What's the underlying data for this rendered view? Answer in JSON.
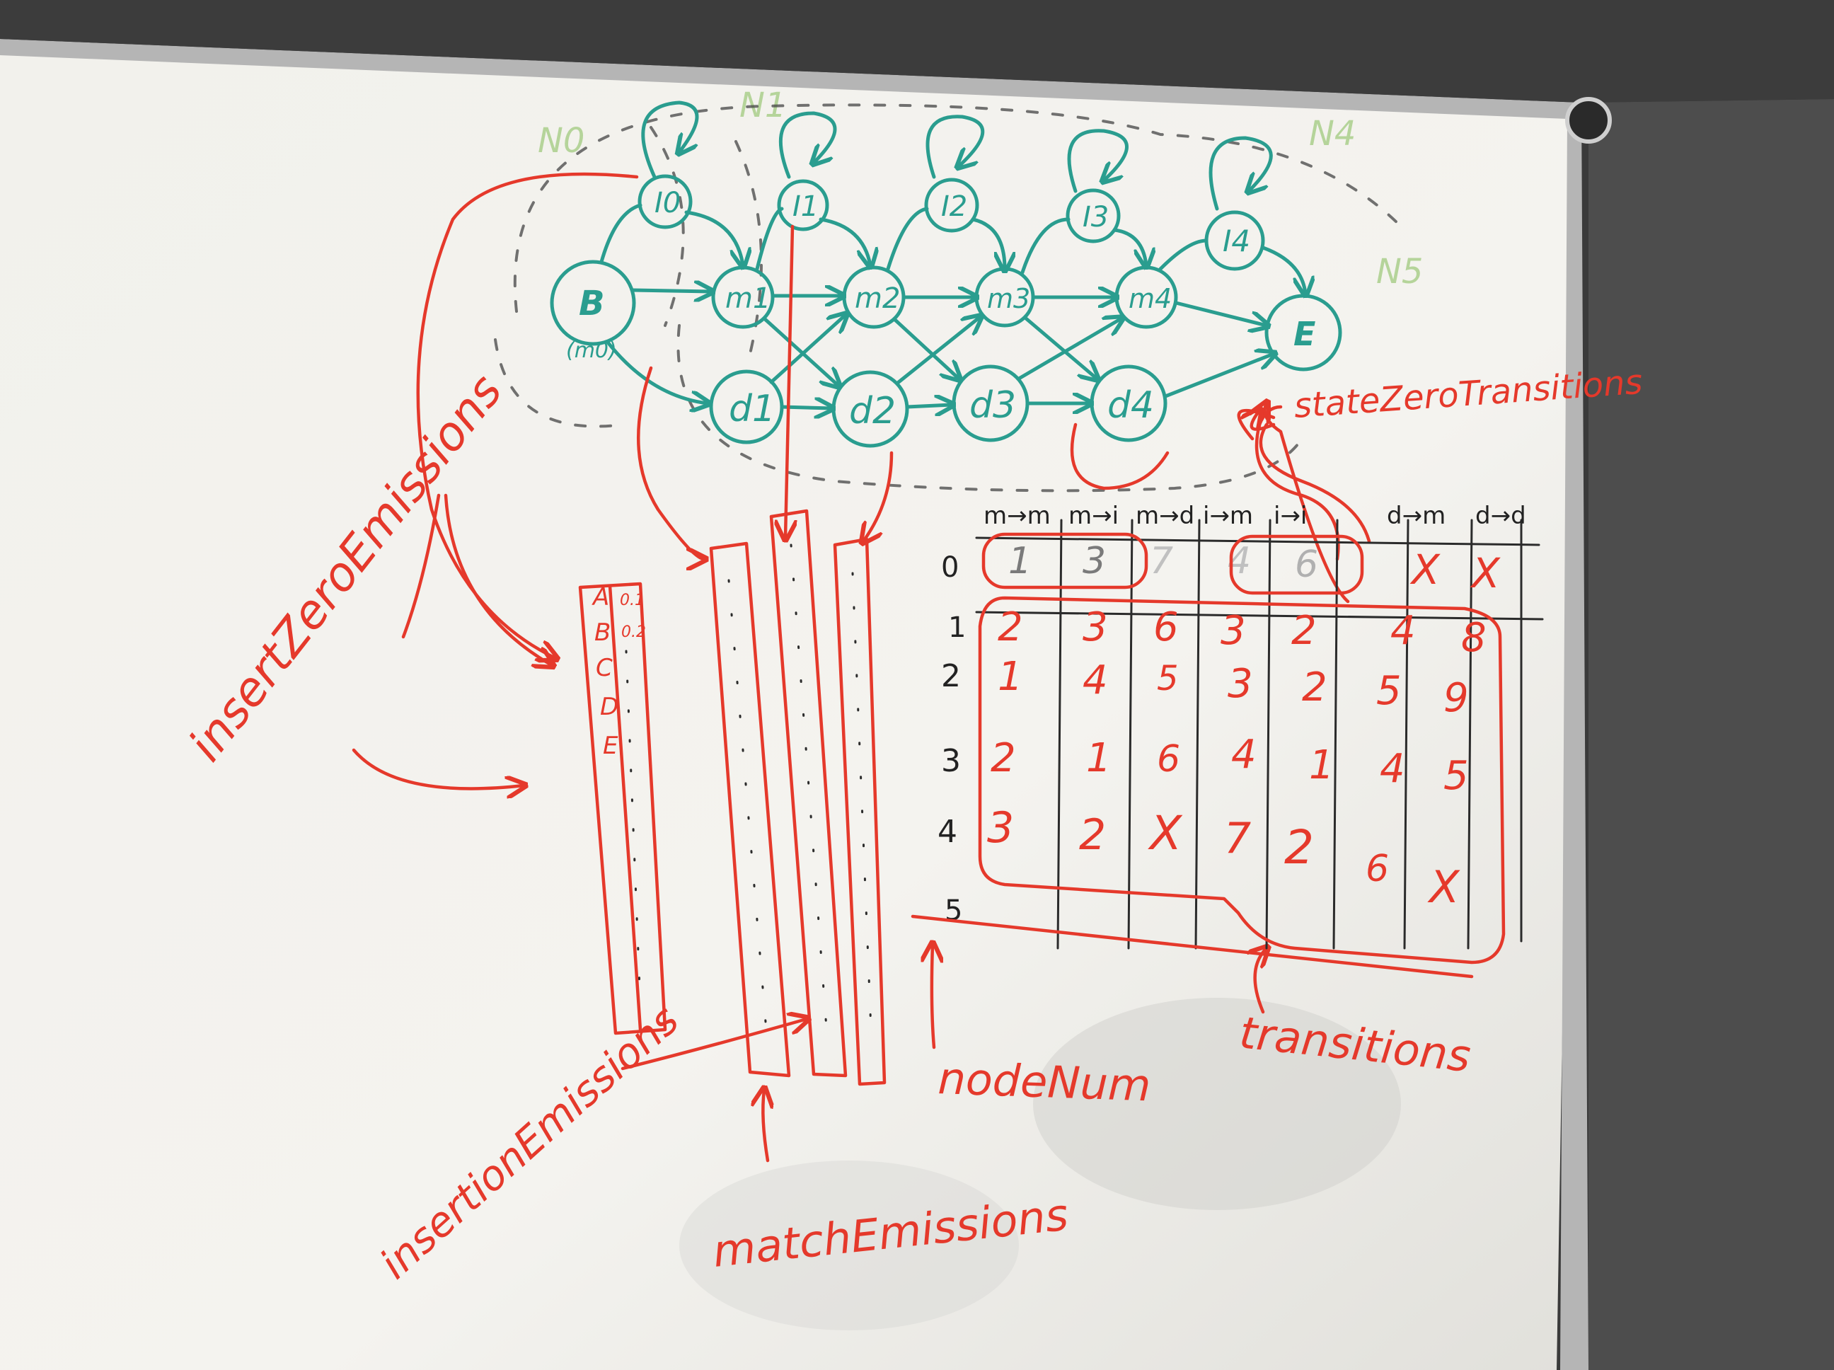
{
  "diagram": {
    "insert_states": [
      "I0",
      "I1",
      "I2",
      "I3",
      "I4"
    ],
    "match_states": [
      "m1",
      "m2",
      "m3",
      "m4"
    ],
    "delete_states": [
      "d1",
      "d2",
      "d3",
      "d4"
    ],
    "begin_state": "B",
    "begin_sublabel": "(m0)",
    "end_state": "E",
    "faint_labels": [
      "N0",
      "N1",
      "N4",
      "N5"
    ]
  },
  "labels": {
    "state_zero_transitions": "stateZeroTransitions",
    "insert_zero_emissions": "insertZeroEmissions",
    "insertion_emissions": "insertionEmissions",
    "match_emissions": "matchEmissions",
    "node_num": "nodeNum",
    "transitions": "transitions"
  },
  "emission_column": {
    "letters": [
      "A",
      "B",
      "C",
      "D",
      "E"
    ],
    "values": [
      "0.1",
      "0.2"
    ]
  },
  "table": {
    "headers": [
      "m→m",
      "m→i",
      "m→d",
      "i→m",
      "i→i",
      "d→m",
      "d→d"
    ],
    "row_labels": [
      "0",
      "1",
      "2",
      "3",
      "4",
      "5"
    ],
    "rows": [
      [
        "1",
        "3",
        "7",
        "4",
        "6",
        "X",
        "X"
      ],
      [
        "2",
        "3",
        "6",
        "3",
        "2",
        "4",
        "8"
      ],
      [
        "1",
        "4",
        "5",
        "3",
        "2",
        "5",
        "9"
      ],
      [
        "2",
        "1",
        "6",
        "4",
        "1",
        "4",
        "5"
      ],
      [
        "3",
        "2",
        "X",
        "7",
        "2",
        "6",
        "X"
      ]
    ]
  },
  "colors": {
    "ink_teal": "#2a9d8f",
    "ink_red": "#e5392b",
    "ink_black": "#2b2b2b",
    "board": "#f4f3ef",
    "frame": "#9a9a9a"
  }
}
